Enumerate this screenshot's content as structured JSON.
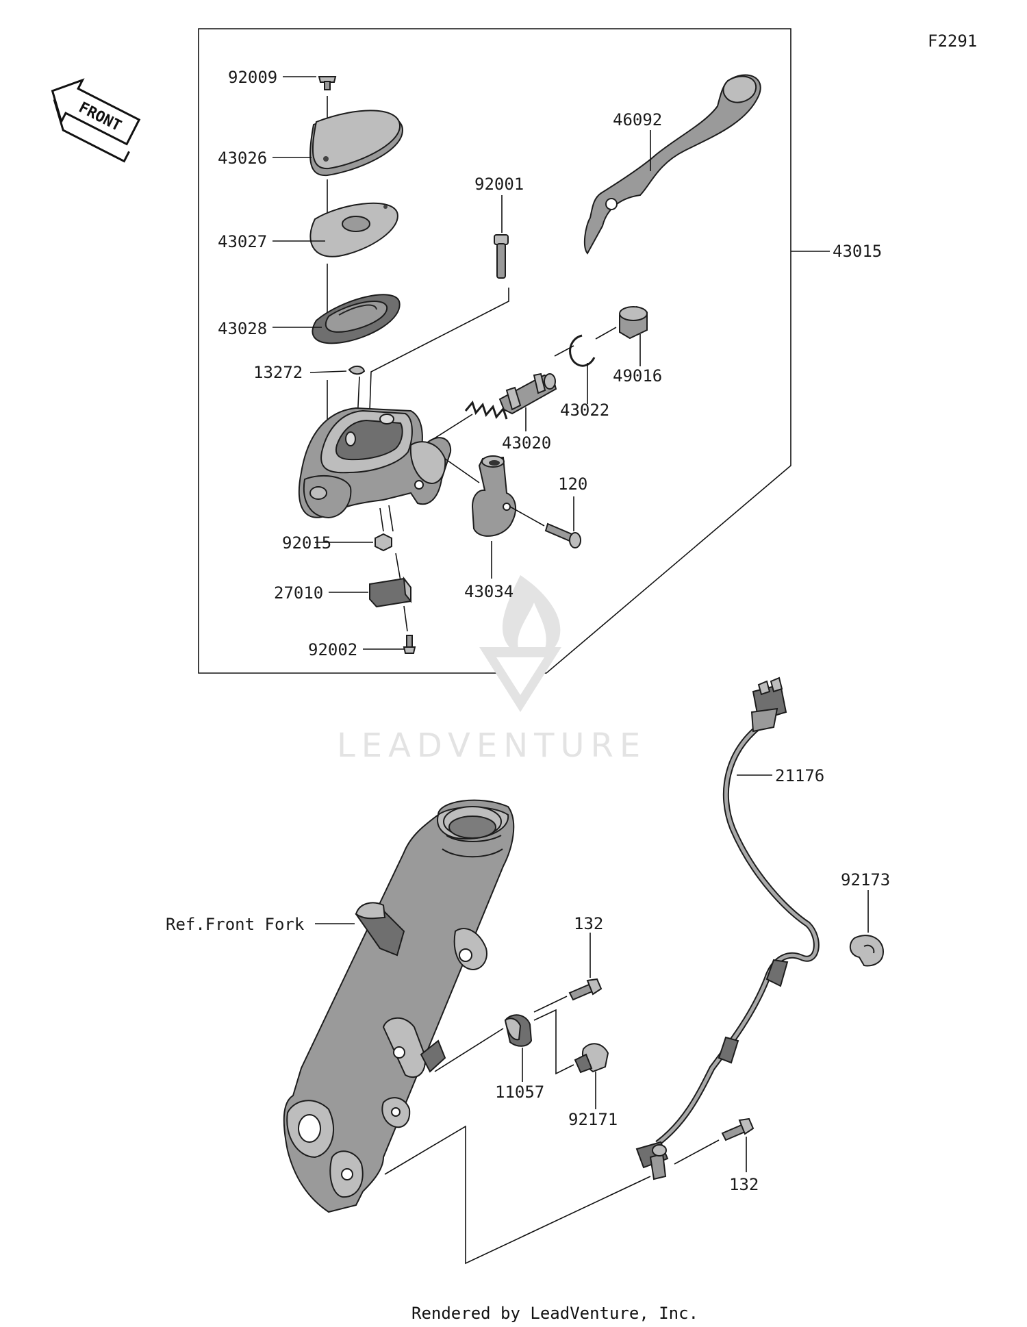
{
  "figure_code": "F2291",
  "direction_label": "FRONT",
  "watermark": "LEADVENTURE",
  "footer": "Rendered by LeadVenture, Inc.",
  "labels": {
    "p92009": "92009",
    "p43026": "43026",
    "p43027": "43027",
    "p43028": "43028",
    "p13272": "13272",
    "p92001": "92001",
    "p46092": "46092",
    "p43015": "43015",
    "p49016": "49016",
    "p43022": "43022",
    "p43020": "43020",
    "p120": "120",
    "p92015": "92015",
    "p27010": "27010",
    "p43034": "43034",
    "p92002": "92002",
    "p21176": "21176",
    "p92173": "92173",
    "ref_front_fork": "Ref.Front Fork",
    "p132_upper": "132",
    "p11057": "11057",
    "p92171": "92171",
    "p132_lower": "132"
  }
}
